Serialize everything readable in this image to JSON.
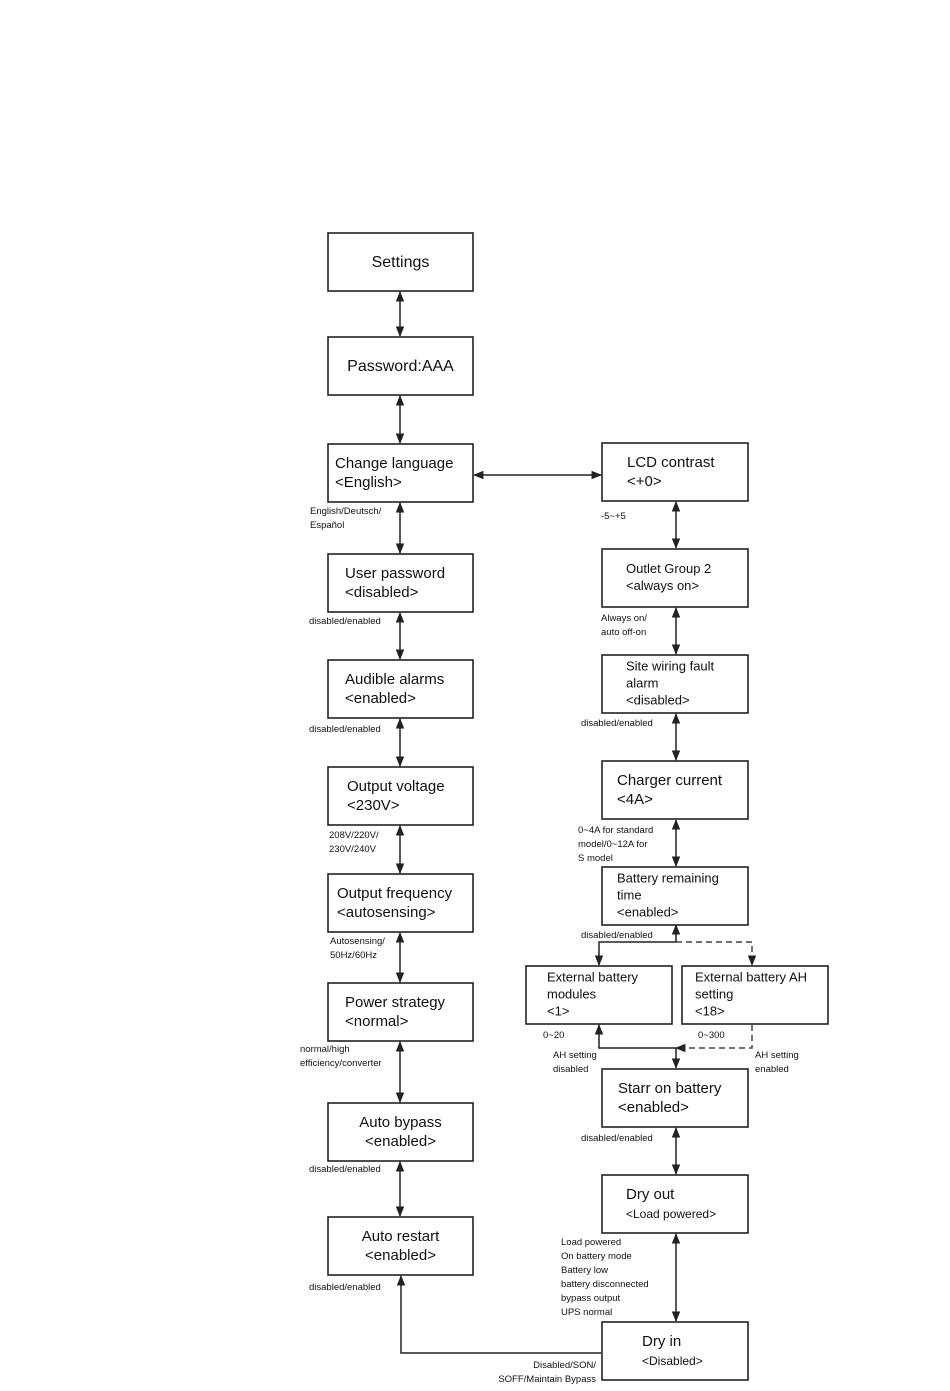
{
  "boxes": {
    "settings": [
      "Settings"
    ],
    "password": [
      "Password:AAA"
    ],
    "change_language": [
      "Change language",
      "<English>"
    ],
    "user_password": [
      "User password",
      "<disabled>"
    ],
    "audible_alarms": [
      "Audible alarms",
      "<enabled>"
    ],
    "output_voltage": [
      "Output voltage",
      "<230V>"
    ],
    "output_frequency": [
      "Output frequency",
      "<autosensing>"
    ],
    "power_strategy": [
      "Power strategy",
      "<normal>"
    ],
    "auto_bypass": [
      "Auto bypass",
      "<enabled>"
    ],
    "auto_restart": [
      "Auto restart",
      "<enabled>"
    ],
    "lcd_contrast": [
      "LCD contrast",
      "<+0>"
    ],
    "outlet_group_2": [
      "Outlet Group 2",
      "<always on>"
    ],
    "site_wiring": [
      "Site wiring fault",
      "alarm",
      "<disabled>"
    ],
    "charger_current": [
      "Charger current",
      "<4A>"
    ],
    "battery_remaining": [
      "Battery remaining",
      "time",
      "<enabled>"
    ],
    "ext_battery_modules": [
      "External battery",
      "modules",
      "<1>"
    ],
    "ext_battery_ah": [
      "External battery AH",
      "setting",
      "<18>"
    ],
    "start_on_battery": [
      "Starr on battery",
      "<enabled>"
    ],
    "dry_out": [
      "Dry out",
      "<Load powered>"
    ],
    "dry_in": [
      "Dry in",
      "<Disabled>"
    ]
  },
  "notes": {
    "language_options": [
      "English/Deutsch/",
      "Español"
    ],
    "user_password_options": [
      "disabled/enabled"
    ],
    "audible_options": [
      "disabled/enabled"
    ],
    "voltage_options": [
      "208V/220V/",
      "230V/240V"
    ],
    "frequency_options": [
      "Autosensing/",
      "50Hz/60Hz"
    ],
    "strategy_options": [
      "normal/high",
      "efficiency/converter"
    ],
    "bypass_options": [
      "disabled/enabled"
    ],
    "restart_options": [
      "disabled/enabled"
    ],
    "dry_in_options": [
      "Disabled/SON/",
      "SOFF/Maintain Bypass"
    ],
    "lcd_range": [
      "-5~+5"
    ],
    "outlet_options": [
      "Always on/",
      "auto off-on"
    ],
    "site_wiring_options": [
      "disabled/enabled"
    ],
    "charger_options": [
      "0~4A for standard",
      "model/0~12A for",
      "S model"
    ],
    "battery_time_options": [
      "disabled/enabled"
    ],
    "modules_range": [
      "0~20"
    ],
    "ah_range": [
      "0~300"
    ],
    "ah_disabled": [
      "AH setting",
      "disabled"
    ],
    "ah_enabled": [
      "AH setting",
      "enabled"
    ],
    "start_battery_options": [
      "disabled/enabled"
    ],
    "dry_out_options": [
      "Load powered",
      "On battery mode",
      "Battery low",
      "battery disconnected",
      "bypass output",
      "UPS normal"
    ]
  }
}
